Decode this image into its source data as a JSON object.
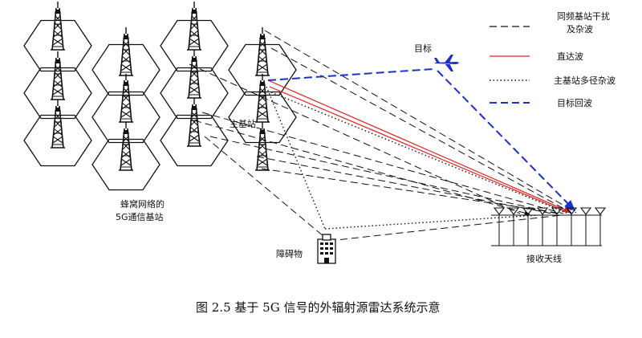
{
  "legend": {
    "interference": "同频基站干扰",
    "interference_line2": "及杂波",
    "direct": "直达波",
    "multipath": "主基站多径杂波",
    "echo": "目标回波"
  },
  "labels": {
    "target": "目标",
    "main_station": "主基站",
    "network_line1": "蜂窝网络的",
    "network_line2": "5G通信基站",
    "obstacle": "障碍物",
    "receiver": "接收天线"
  },
  "caption": "图 2.5  基于 5G 信号的外辐射源雷达系统示意",
  "colors": {
    "direct": "#e02020",
    "echo": "#1a2fcc",
    "line": "#111111"
  }
}
